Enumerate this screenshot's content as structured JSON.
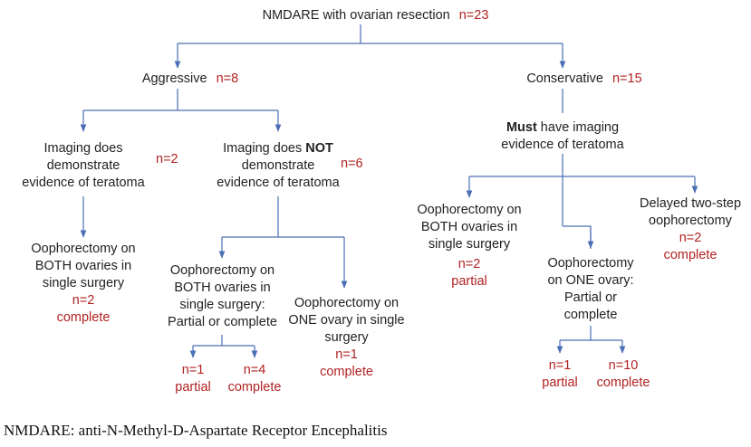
{
  "colors": {
    "connector": "#4a6fb5",
    "count": "#b22222",
    "text": "#222222"
  },
  "root": {
    "label": "NMDARE with ovarian resection",
    "count": "n=23"
  },
  "aggressive": {
    "label": "Aggressive",
    "count": "n=8",
    "imaging_yes": {
      "lines": [
        "Imaging does",
        "demonstrate",
        "evidence of teratoma"
      ],
      "count": "n=2"
    },
    "imaging_no": {
      "line1_pre": "Imaging does ",
      "line1_bold": "NOT",
      "lines": [
        "demonstrate",
        "evidence of teratoma"
      ],
      "count": "n=6"
    },
    "yes_outcome": {
      "lines": [
        "Oophorectomy on",
        "BOTH ovaries in",
        "single surgery"
      ],
      "count": "n=2",
      "status": "complete"
    },
    "no_both": {
      "lines": [
        "Oophorectomy on",
        "BOTH ovaries in",
        "single surgery:",
        "Partial or complete"
      ]
    },
    "no_both_partial": {
      "count": "n=1",
      "status": "partial"
    },
    "no_both_complete": {
      "count": "n=4",
      "status": "complete"
    },
    "no_one": {
      "lines": [
        "Oophorectomy on",
        "ONE ovary in single",
        "surgery"
      ],
      "count": "n=1",
      "status": "complete"
    }
  },
  "conservative": {
    "label": "Conservative",
    "count": "n=15",
    "requirement": {
      "bold": "Must",
      "rest": " have imaging",
      "line2": "evidence of teratoma"
    },
    "both": {
      "lines": [
        "Oophorectomy on",
        "BOTH ovaries in",
        "single surgery"
      ],
      "count": "n=2",
      "status": "partial"
    },
    "one": {
      "lines": [
        "Oophorectomy",
        "on ONE ovary:",
        "Partial or",
        "complete"
      ]
    },
    "one_partial": {
      "count": "n=1",
      "status": "partial"
    },
    "one_complete": {
      "count": "n=10",
      "status": "complete"
    },
    "delayed": {
      "lines": [
        "Delayed two-step",
        "oophorectomy"
      ],
      "count": "n=2",
      "status": "complete"
    }
  },
  "footnote": "NMDARE: anti-N-Methyl-D-Aspartate Receptor Encephalitis"
}
